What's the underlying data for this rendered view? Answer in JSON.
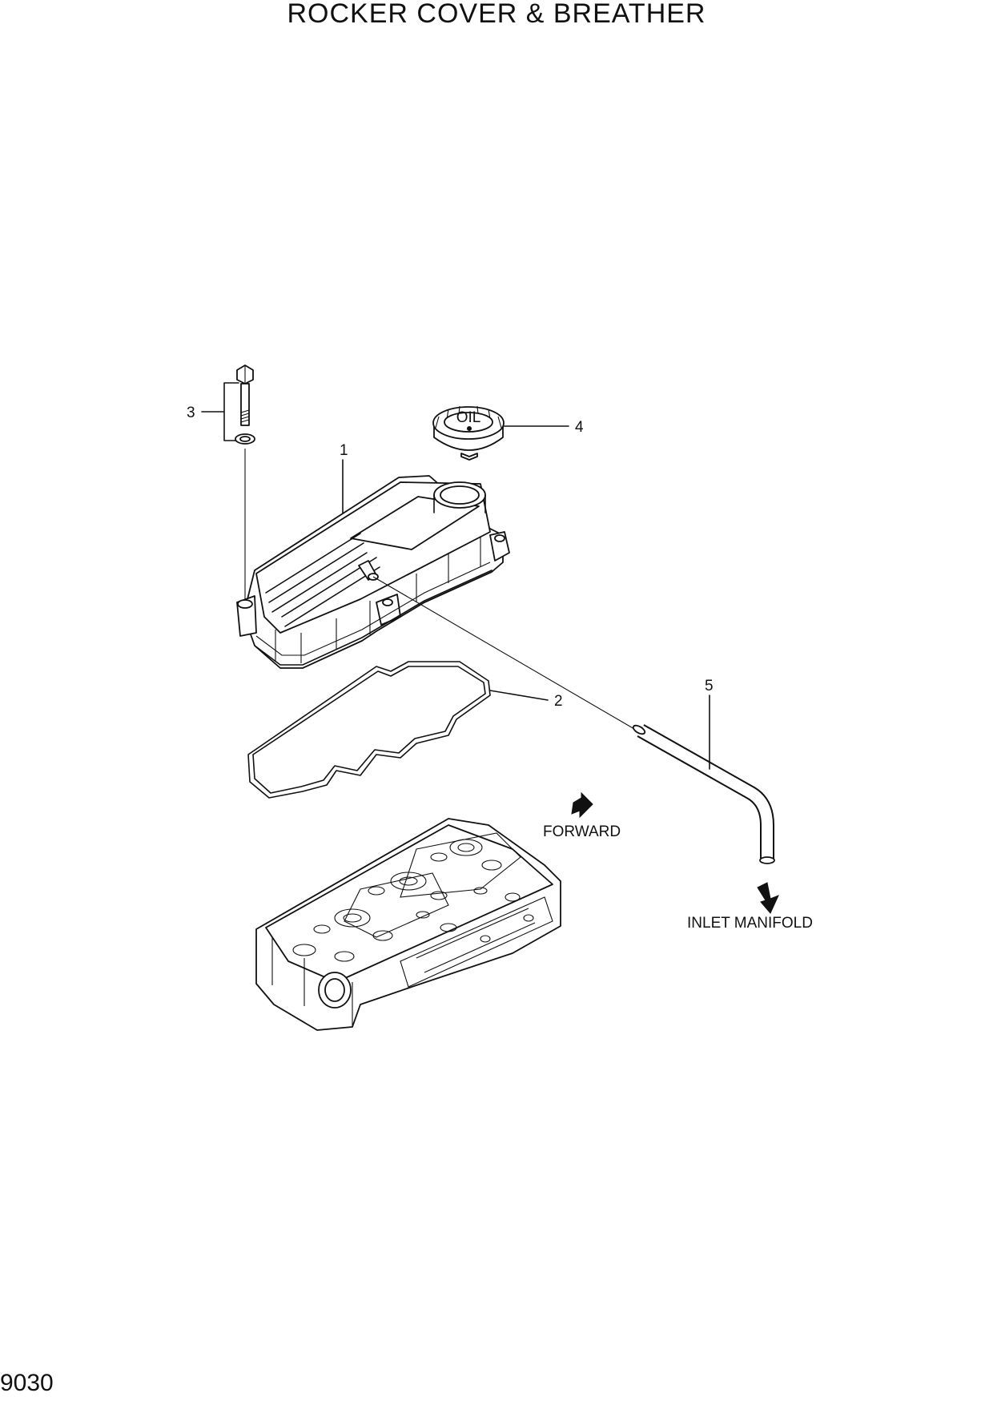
{
  "header": {
    "title": "ROCKER COVER & BREATHER"
  },
  "footer": {
    "page_number": "9030"
  },
  "callouts": [
    {
      "id": "1",
      "label": "1"
    },
    {
      "id": "2",
      "label": "2"
    },
    {
      "id": "3",
      "label": "3"
    },
    {
      "id": "4",
      "label": "4"
    },
    {
      "id": "5",
      "label": "5"
    }
  ],
  "annotations": {
    "forward": "FORWARD",
    "inlet_manifold": "INLET MANIFOLD",
    "oil_cap_text": "OIL"
  }
}
